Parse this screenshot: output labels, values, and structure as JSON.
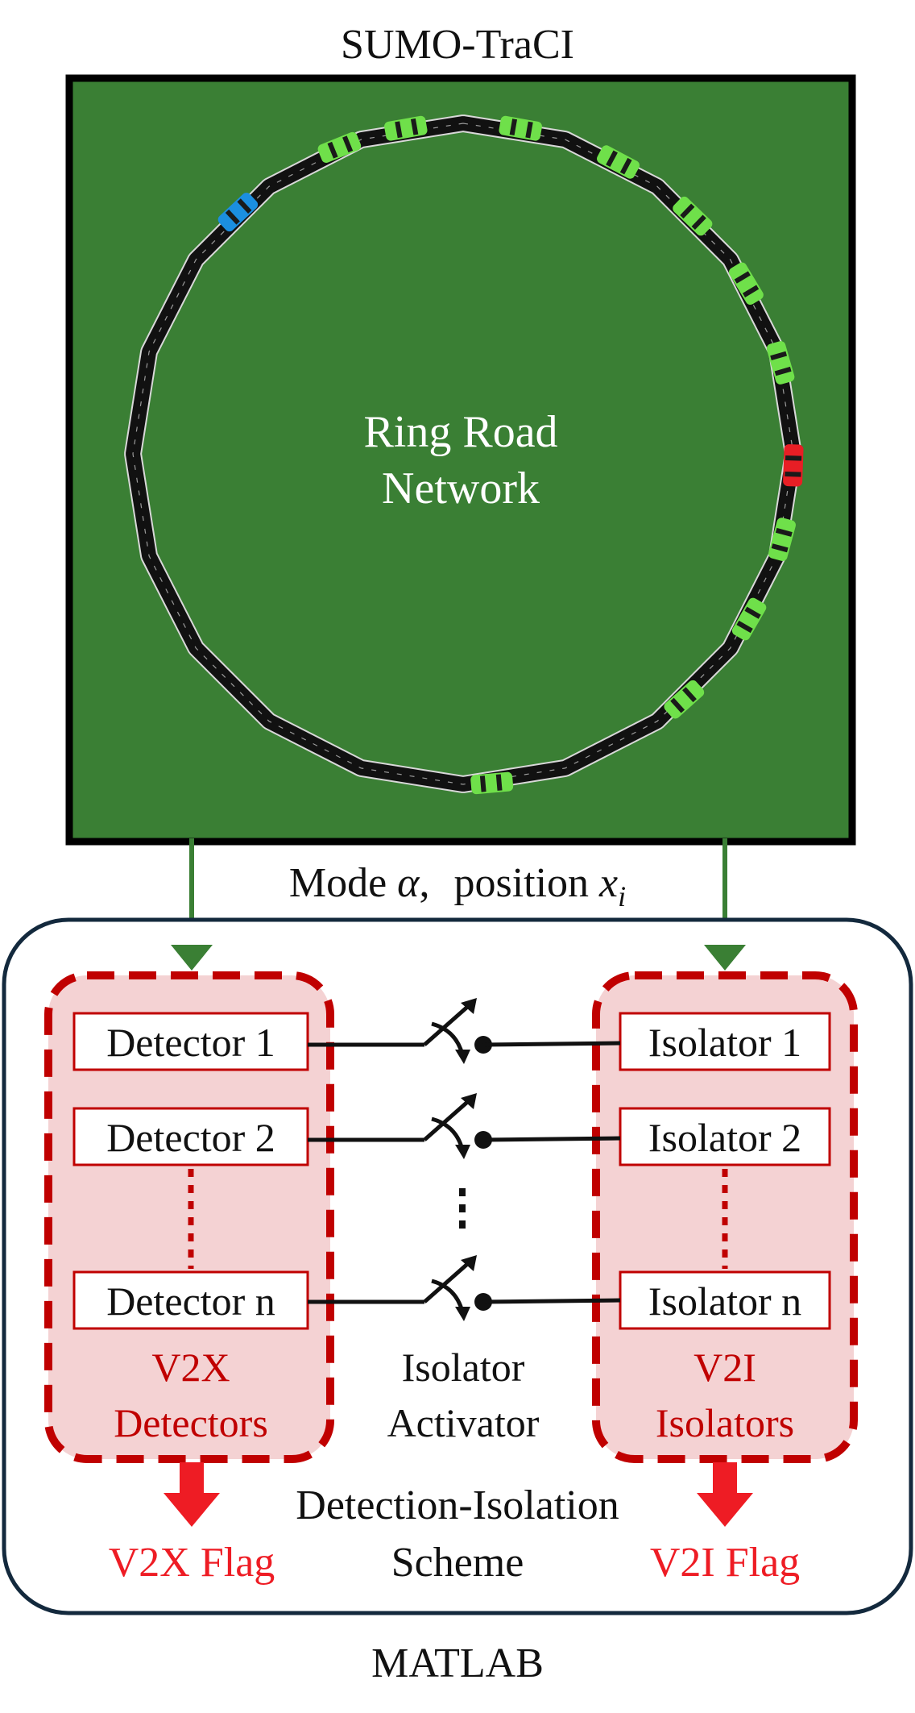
{
  "sumo": {
    "title": "SUMO-TraCI",
    "network_label_line1": "Ring Road",
    "network_label_line2": "Network"
  },
  "link_label": {
    "mode_text": "Mode ",
    "mode_symbol": "α",
    "separator": ",",
    "position_text": "position ",
    "position_symbol": "x",
    "position_subscript": "i"
  },
  "detectors": {
    "items": [
      "Detector 1",
      "Detector 2",
      "Detector n"
    ],
    "group_line1": "V2X",
    "group_line2": "Detectors",
    "flag": "V2X Flag"
  },
  "isolators": {
    "items": [
      "Isolator 1",
      "Isolator 2",
      "Isolator n"
    ],
    "group_line1": "V2I",
    "group_line2": "Isolators",
    "flag": "V2I Flag"
  },
  "activator": {
    "line1": "Isolator",
    "line2": "Activator"
  },
  "scheme": {
    "line1": "Detection-Isolation",
    "line2": "Scheme"
  },
  "matlab": {
    "title": "MATLAB"
  },
  "vehicles": {
    "normal_color": "green",
    "detected_color": "blue",
    "attacked_color": "red"
  },
  "colors": {
    "ground_green": "#3a7f34",
    "road": "#111111",
    "vehicle_green": "#6fe04a",
    "vehicle_blue": "#1b8fe0",
    "vehicle_red": "#e81e25",
    "arrow_green": "#3a7f34",
    "group_fill": "#f4d2d3",
    "group_border": "#c00000",
    "flag_red": "#ee1c24",
    "outline_dark": "#13293d"
  }
}
